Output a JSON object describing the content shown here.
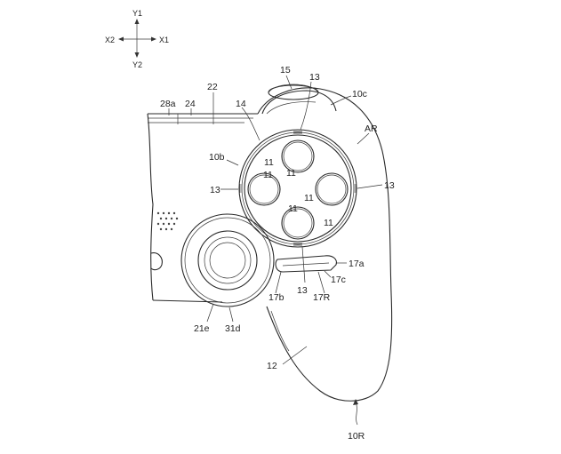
{
  "axes": {
    "y1": "Y1",
    "y2": "Y2",
    "x1": "X1",
    "x2": "X2"
  },
  "labels": {
    "l15": "15",
    "l13_top": "13",
    "l10c": "10c",
    "l22": "22",
    "l28a": "28a",
    "l24": "24",
    "l14": "14",
    "lAR": "AR",
    "l10b": "10b",
    "l11_top_left": "11",
    "l11_top_right": "11",
    "l11_left": "11",
    "l11_right": "11",
    "l11_center": "11",
    "l11_bottom": "11",
    "l13_left": "13",
    "l13_right": "13",
    "l13_bottom": "13",
    "l17a": "17a",
    "l17c": "17c",
    "l17b": "17b",
    "l17R": "17R",
    "l21e": "21e",
    "l31d": "31d",
    "l12": "12",
    "l10R": "10R"
  }
}
